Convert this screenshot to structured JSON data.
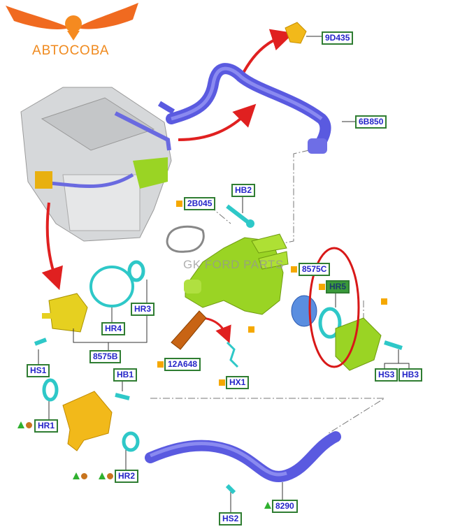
{
  "logo": {
    "text": "АВТОСОВА"
  },
  "watermark": "GK FORD PARTS",
  "labels": {
    "l9D435": "9D435",
    "l6B850": "6B850",
    "l2B045": "2B045",
    "lHB2": "HB2",
    "l8575C": "8575C",
    "lHR5": "HR5",
    "lHR3": "HR3",
    "lHR4": "HR4",
    "l8575B": "8575B",
    "lHS1": "HS1",
    "l12A648": "12A648",
    "lHX1": "HX1",
    "lHS3": "HS3",
    "lHB3": "HB3",
    "lHB1": "HB1",
    "lHR1": "HR1",
    "lHR2": "HR2",
    "lHS2": "HS2",
    "l8290": "8290"
  },
  "colors": {
    "label_border": "#2f7d32",
    "label_text": "#2424c8",
    "hose": "#5a5ae0",
    "housing": "#9ad424",
    "ring": "#2ec8c8",
    "arrow": "#e02020",
    "marker_square": "#f5a800",
    "marker_triangle": "#2fb02f",
    "marker_circle": "#c8741e"
  }
}
